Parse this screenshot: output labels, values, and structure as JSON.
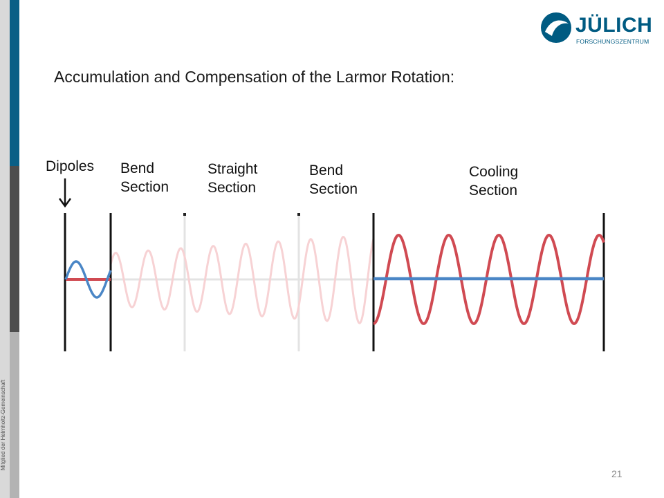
{
  "slide": {
    "title": "Accumulation and Compensation of the Larmor Rotation:",
    "page_number": "21",
    "sidebar_caption": "Mitglied der Helmholtz-Gemeinschaft"
  },
  "logo": {
    "word": "JÜLICH",
    "subtitle": "FORSCHUNGSZENTRUM"
  },
  "diagram": {
    "labels": {
      "dipoles": "Dipoles",
      "bend1_line1": "Bend",
      "bend1_line2": "Section",
      "straight_line1": "Straight",
      "straight_line2": "Section",
      "bend2_line1": "Bend",
      "bend2_line2": "Section",
      "cooling_line1": "Cooling",
      "cooling_line2": "Section"
    }
  },
  "colors": {
    "brand_blue": "#005b82",
    "sidebar_blue": "#0a5f86",
    "sidebar_dark": "#4d4d4d",
    "sidebar_light": "#b3b3b3",
    "wave_red": "#d04a52",
    "wave_blue": "#4a86c6",
    "faded_red": "#f7d2d4",
    "faded_line": "#e3e3e3"
  }
}
